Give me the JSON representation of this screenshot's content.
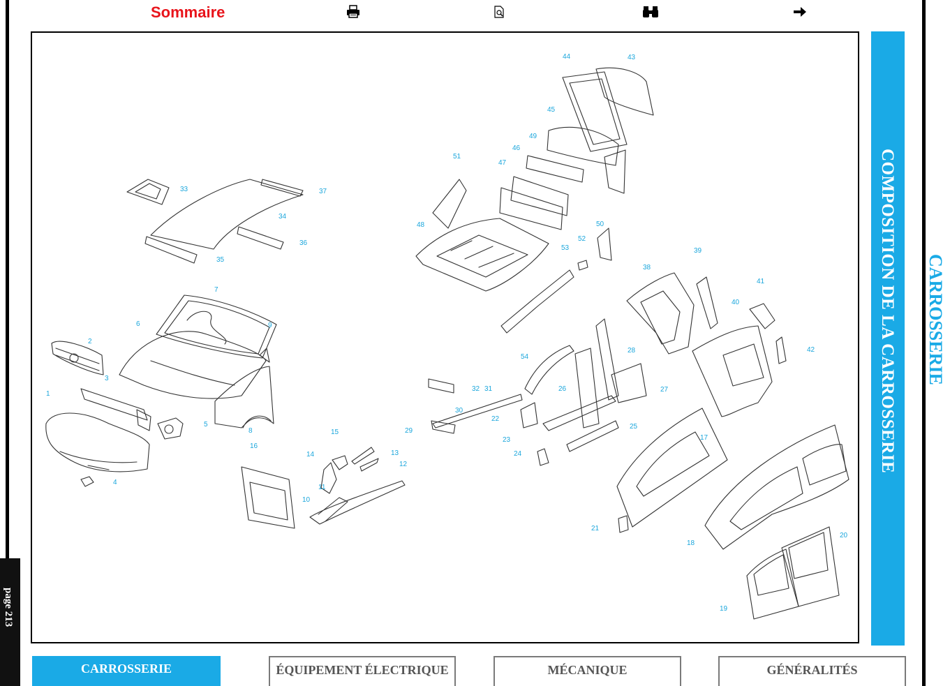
{
  "page": {
    "number_label": "page 213"
  },
  "toolbar": {
    "sommaire_label": "Sommaire",
    "icons": [
      "printer-icon",
      "page-search-icon",
      "binoculars-icon",
      "arrow-right-icon"
    ]
  },
  "sidebar": {
    "band_label": "COMPOSITION DE LA CARROSSERIE",
    "section_label": "CARROSSERIE"
  },
  "bottom_nav": [
    {
      "label": "CARROSSERIE",
      "active": true
    },
    {
      "label": "ÉQUIPEMENT ÉLECTRIQUE",
      "active": false
    },
    {
      "label": "MÉCANIQUE",
      "active": false
    },
    {
      "label": "GÉNÉRALITÉS",
      "active": false
    }
  ],
  "diagram": {
    "callouts": [
      "1",
      "2",
      "3",
      "4",
      "5",
      "6",
      "7",
      "8",
      "9",
      "10",
      "11",
      "12",
      "13",
      "14",
      "15",
      "16",
      "17",
      "18",
      "19",
      "20",
      "21",
      "22",
      "23",
      "24",
      "25",
      "26",
      "27",
      "28",
      "29",
      "30",
      "31",
      "32",
      "33",
      "34",
      "35",
      "36",
      "37",
      "38",
      "39",
      "40",
      "41",
      "42",
      "43",
      "44",
      "45",
      "46",
      "47",
      "48",
      "49",
      "50",
      "51",
      "52",
      "53",
      "54"
    ]
  },
  "colors": {
    "accent": "#1aaae6",
    "sommaire": "#e8141b",
    "callout": "#1aa6dc"
  }
}
